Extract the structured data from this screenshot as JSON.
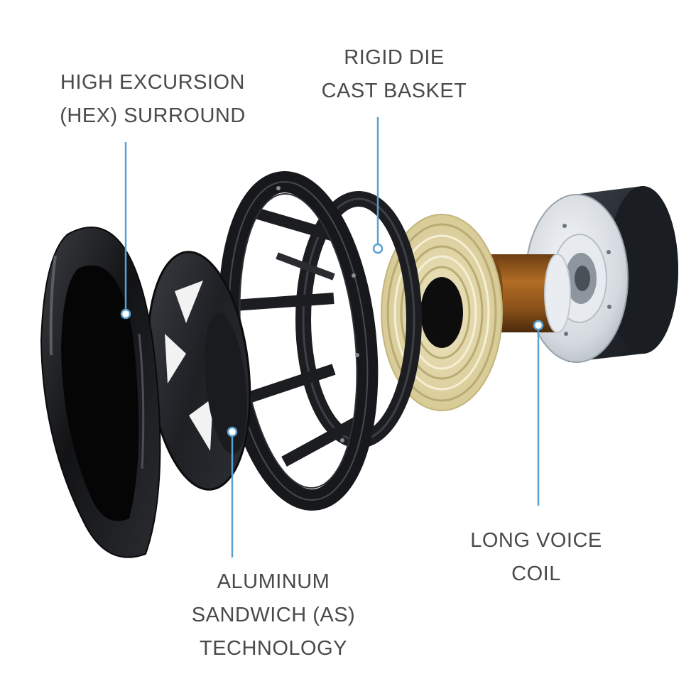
{
  "labels": {
    "hex_surround": {
      "line1": "HIGH EXCURSION",
      "line2": "(HEX) SURROUND"
    },
    "basket": {
      "line1": "RIGID DIE",
      "line2": "CAST BASKET"
    },
    "voice_coil": {
      "line1": "LONG VOICE",
      "line2": "COIL"
    },
    "as_technology": {
      "line1": "ALUMINUM",
      "line2": "SANDWICH (AS)",
      "line3": "TECHNOLOGY"
    }
  },
  "colors": {
    "label_text": "#4a4a4a",
    "leader_line": "#5aa0d0",
    "rubber_dark": "#151515",
    "spider_cream": "#e6dbb0",
    "coil_copper": "#9a5a1c",
    "magnet_steel": "#c9d0d8"
  }
}
